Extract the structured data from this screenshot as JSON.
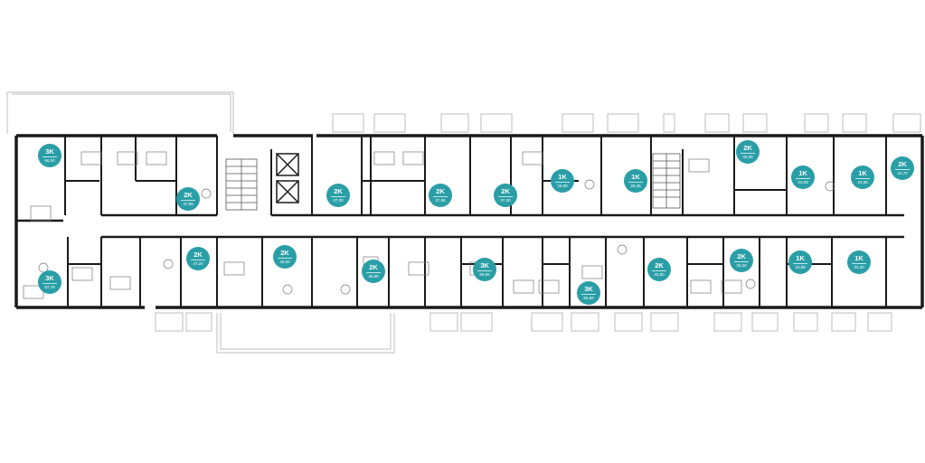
{
  "plan": {
    "colors": {
      "wall": "#1a1a1a",
      "thin": "#555555",
      "accent": "#2a9ea6",
      "balcony": "#bdbdbd"
    }
  },
  "apartments": [
    {
      "type": "3K",
      "area": "66,50"
    },
    {
      "type": "2K",
      "area": "37,69"
    },
    {
      "type": "2K",
      "area": "37,30"
    },
    {
      "type": "2K",
      "area": "37,66"
    },
    {
      "type": "2K",
      "area": "37,30"
    },
    {
      "type": "1K",
      "area": "25,90"
    },
    {
      "type": "1K",
      "area": "26,46"
    },
    {
      "type": "2K",
      "area": "46,88"
    },
    {
      "type": "1K",
      "area": "24,09"
    },
    {
      "type": "1K",
      "area": "24,66"
    },
    {
      "type": "2K",
      "area": "44,70"
    },
    {
      "type": "3K",
      "area": "67,79"
    },
    {
      "type": "2K",
      "area": "47,20"
    },
    {
      "type": "2K",
      "area": "40,82"
    },
    {
      "type": "2K",
      "area": "46,68"
    },
    {
      "type": "3K",
      "area": "58,66"
    },
    {
      "type": "3K",
      "area": "55,56"
    },
    {
      "type": "2K",
      "area": "33,80"
    },
    {
      "type": "2K",
      "area": "33,30"
    },
    {
      "type": "1K",
      "area": "23,59"
    },
    {
      "type": "1K",
      "area": "23,30"
    }
  ]
}
